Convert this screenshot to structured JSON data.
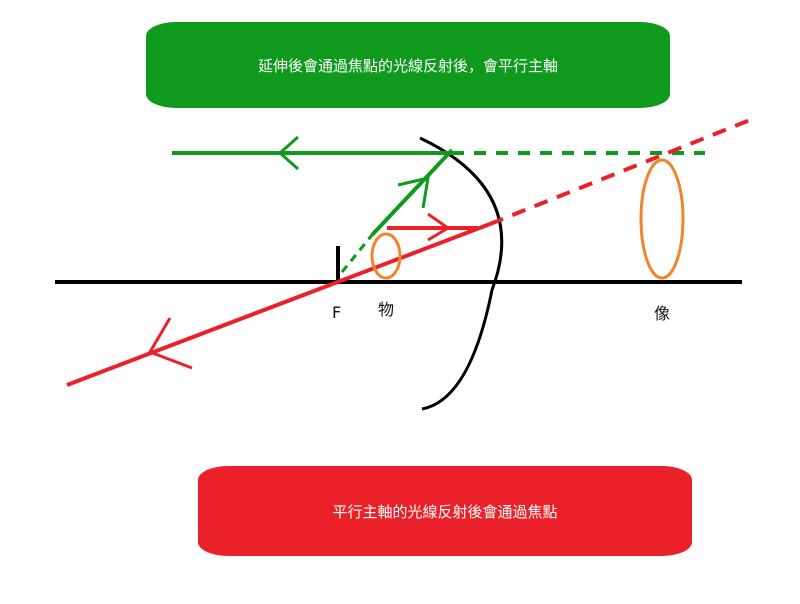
{
  "diagram": {
    "top_banner": "延伸後會通過焦點的光線反射後，會平行主軸",
    "bottom_banner": "平行主軸的光線反射後會通過焦點",
    "labels": {
      "focus": "F",
      "object": "物",
      "image": "像"
    },
    "colors": {
      "green": "#0f9a1e",
      "red": "#ea2129",
      "orange": "#f0852b",
      "black": "#000000"
    }
  }
}
